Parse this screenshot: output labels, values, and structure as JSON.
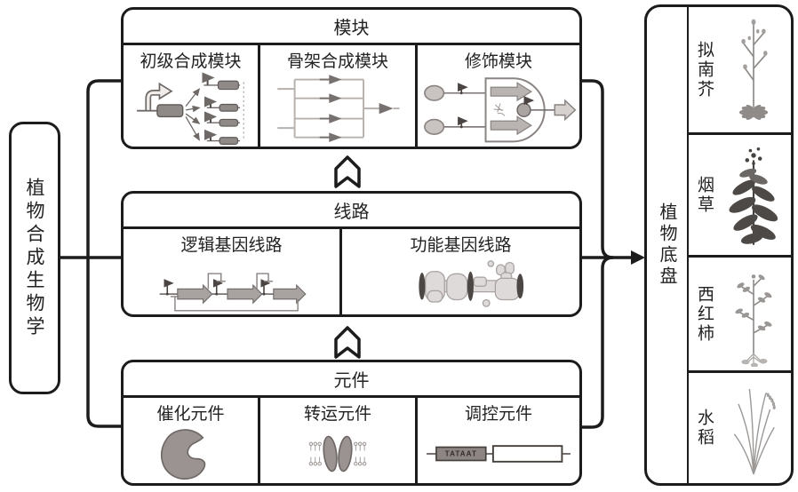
{
  "root": {
    "label": "植物合成生物学"
  },
  "modules": {
    "header": "模块",
    "cells": [
      {
        "label": "初级合成模块",
        "icon": "primary-synthesis-module-icon"
      },
      {
        "label": "骨架合成模块",
        "icon": "skeleton-synthesis-module-icon"
      },
      {
        "label": "修饰模块",
        "icon": "modification-module-icon"
      }
    ]
  },
  "circuits": {
    "header": "线路",
    "cells": [
      {
        "label": "逻辑基因线路",
        "icon": "logic-gene-circuit-icon"
      },
      {
        "label": "功能基因线路",
        "icon": "functional-gene-circuit-icon"
      }
    ]
  },
  "elements": {
    "header": "元件",
    "cells": [
      {
        "label": "催化元件",
        "icon": "catalytic-element-icon"
      },
      {
        "label": "转运元件",
        "icon": "transport-element-icon"
      },
      {
        "label": "调控元件",
        "icon": "regulatory-element-icon"
      }
    ]
  },
  "chassis": {
    "label": "植物底盘",
    "plants": [
      {
        "label": "拟南芥"
      },
      {
        "label": "烟草"
      },
      {
        "label": "西红柿"
      },
      {
        "label": "水稻"
      }
    ]
  },
  "icon_text": {
    "promoter_box": "TATAAT"
  },
  "colors": {
    "line": "#1c1c1c",
    "icon_gray": "#9a9391",
    "icon_light": "#dedad9",
    "background": "#ffffff"
  }
}
